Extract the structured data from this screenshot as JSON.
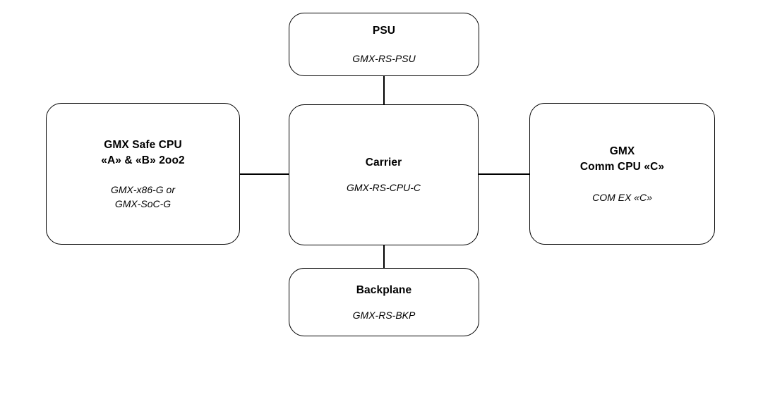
{
  "diagram": {
    "type": "block-diagram",
    "background_color": "#ffffff",
    "line_color": "#000000",
    "nodes": [
      {
        "id": "psu",
        "title": "PSU",
        "subtitle": "GMX-RS-PSU"
      },
      {
        "id": "safe-cpu",
        "title": "GMX Safe CPU\n«A» & «B» 2oo2",
        "subtitle": "GMX-x86-G  or\nGMX-SoC-G"
      },
      {
        "id": "carrier",
        "title": "Carrier",
        "subtitle": "GMX-RS-CPU-C"
      },
      {
        "id": "comm-cpu",
        "title": "GMX\nComm CPU «C»",
        "subtitle": "COM EX «C»"
      },
      {
        "id": "backplane",
        "title": "Backplane",
        "subtitle": "GMX-RS-BKP"
      }
    ],
    "connections": [
      {
        "from": "psu",
        "to": "carrier",
        "orientation": "vertical"
      },
      {
        "from": "safe-cpu",
        "to": "carrier",
        "orientation": "horizontal"
      },
      {
        "from": "carrier",
        "to": "comm-cpu",
        "orientation": "horizontal"
      },
      {
        "from": "carrier",
        "to": "backplane",
        "orientation": "vertical"
      }
    ]
  }
}
